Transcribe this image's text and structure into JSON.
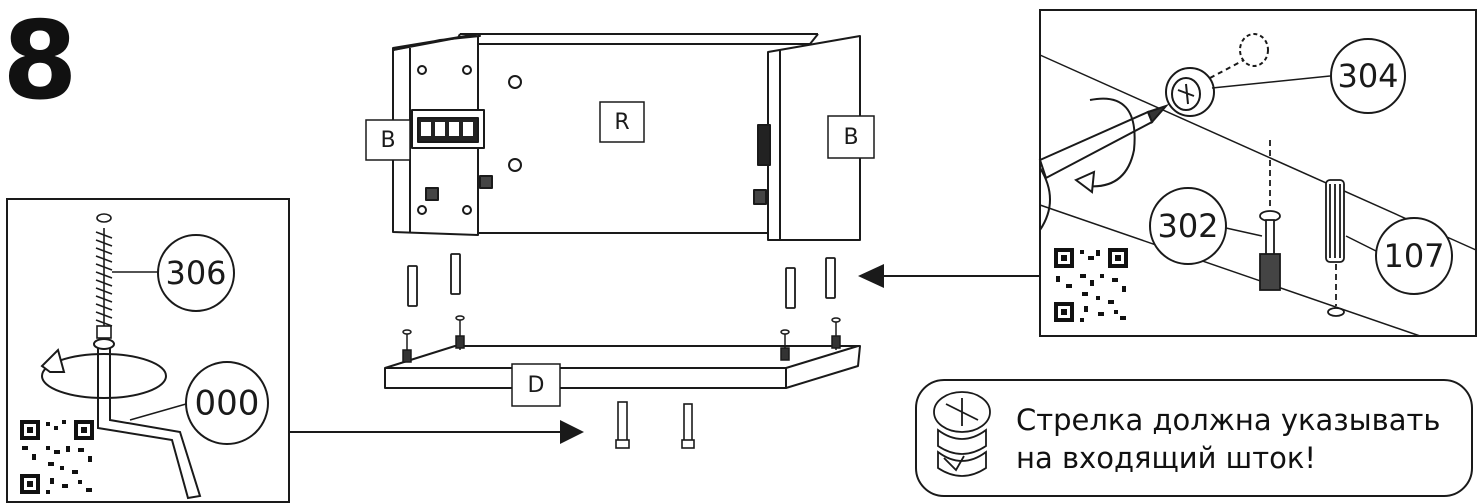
{
  "step": {
    "number": "8"
  },
  "parts": {
    "top_board": "R",
    "side_left": "B",
    "side_right": "B",
    "bottom_board": "D"
  },
  "callouts": {
    "screw": "306",
    "hex_key": "000",
    "cam_lock": "304",
    "cam_bolt": "302",
    "dowel": "107"
  },
  "note": {
    "line1": "Стрелка должна указывать",
    "line2": "на входящий шток!"
  }
}
